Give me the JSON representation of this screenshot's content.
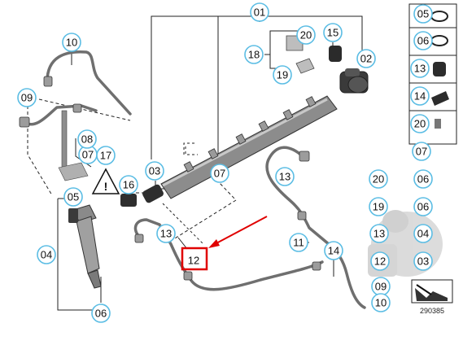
{
  "callouts": {
    "c01": "01",
    "c02": "02",
    "c03": "03",
    "c04": "04",
    "c05": "05",
    "c06": "06",
    "c07a": "07",
    "c07b": "07",
    "c08": "08",
    "c09": "09",
    "c10": "10",
    "c11": "11",
    "c12": "12",
    "c13a": "13",
    "c13b": "13",
    "c14": "14",
    "c15": "15",
    "c16": "16",
    "c17": "17",
    "c18": "18",
    "c19": "19",
    "c20": "20"
  },
  "side_panel": [
    "05",
    "06",
    "13",
    "14",
    "20",
    "07"
  ],
  "pump_panel": [
    "20",
    "06",
    "19",
    "06",
    "13",
    "04",
    "12",
    "03",
    "09",
    "10"
  ],
  "figure_number": "290385",
  "highlight": {
    "label": "12",
    "color": "#e00000"
  },
  "colors": {
    "accent": "#5bbde4",
    "line": "#1a1a1a"
  }
}
